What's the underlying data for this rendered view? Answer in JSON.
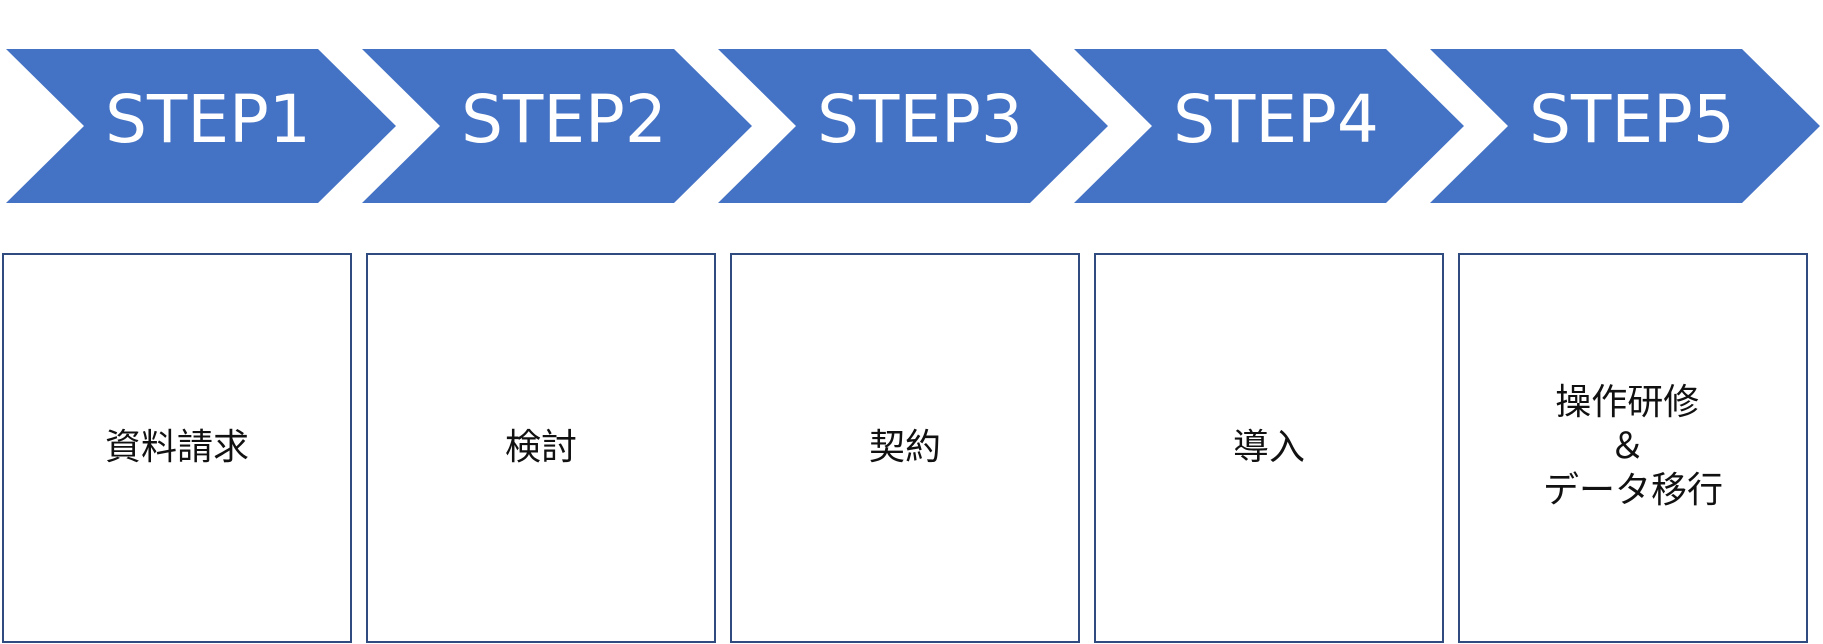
{
  "colors": {
    "chevron_fill": "#4472C4",
    "box_border": "#2F4B80",
    "box_fill": "#FFFFFF",
    "step_label": "#FFFFFF",
    "box_text": "#111111"
  },
  "steps": [
    {
      "label": "STEP1",
      "lines": [
        "資料請求"
      ]
    },
    {
      "label": "STEP2",
      "lines": [
        "検討"
      ]
    },
    {
      "label": "STEP3",
      "lines": [
        "契約"
      ]
    },
    {
      "label": "STEP4",
      "lines": [
        "導入"
      ]
    },
    {
      "label": "STEP5",
      "lines": [
        "操作研修",
        "＆",
        "データ移行"
      ]
    }
  ]
}
